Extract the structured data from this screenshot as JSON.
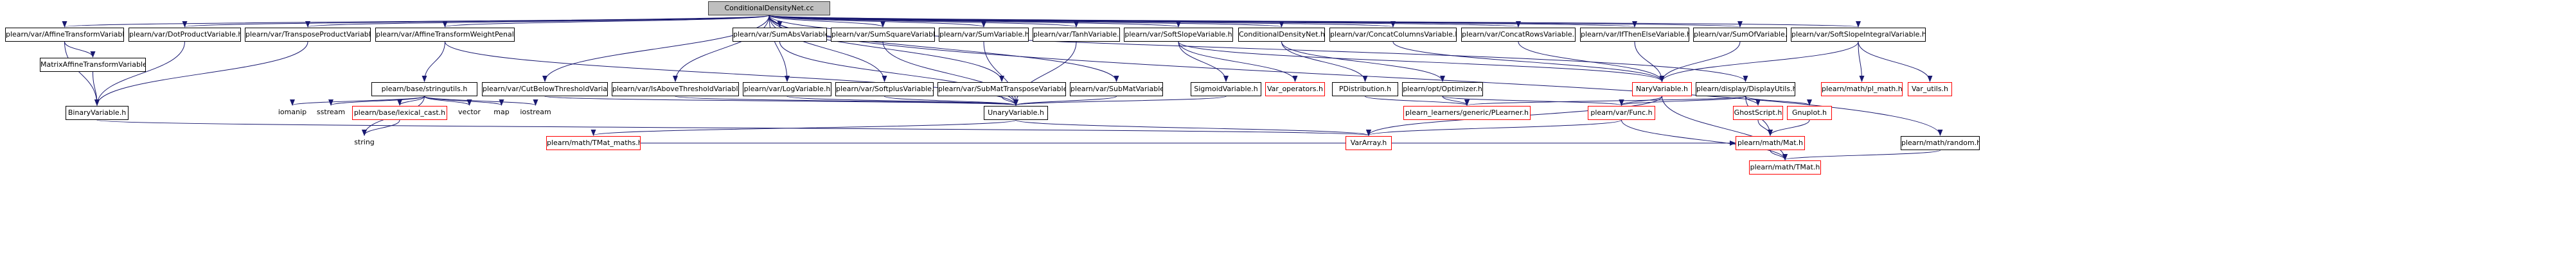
{
  "diagram": {
    "nodes": [
      {
        "id": "root",
        "label": "ConditionalDensityNet.cc",
        "style": "root"
      },
      {
        "id": "affine",
        "label": "plearn/var/AffineTransformVariable.h",
        "style": "normal"
      },
      {
        "id": "dotprod",
        "label": "plearn/var/DotProductVariable.h",
        "style": "normal"
      },
      {
        "id": "transprod",
        "label": "plearn/var/TransposeProductVariable.h",
        "style": "normal"
      },
      {
        "id": "affinewp",
        "label": "plearn/var/AffineTransformWeightPenalty.h",
        "style": "normal"
      },
      {
        "id": "sumabs",
        "label": "plearn/var/SumAbsVariable.h",
        "style": "normal"
      },
      {
        "id": "sumsq",
        "label": "plearn/var/SumSquareVariable.h",
        "style": "normal"
      },
      {
        "id": "sumvar",
        "label": "plearn/var/SumVariable.h",
        "style": "normal"
      },
      {
        "id": "tanh",
        "label": "plearn/var/TanhVariable.h",
        "style": "normal"
      },
      {
        "id": "softslope",
        "label": "plearn/var/SoftSlopeVariable.h",
        "style": "normal"
      },
      {
        "id": "cdnh",
        "label": "ConditionalDensityNet.h",
        "style": "normal"
      },
      {
        "id": "concatcols",
        "label": "plearn/var/ConcatColumnsVariable.h",
        "style": "normal"
      },
      {
        "id": "concatrows",
        "label": "plearn/var/ConcatRowsVariable.h",
        "style": "normal"
      },
      {
        "id": "ifthen",
        "label": "plearn/var/IfThenElseVariable.h",
        "style": "normal"
      },
      {
        "id": "sumof",
        "label": "plearn/var/SumOfVariable.h",
        "style": "normal"
      },
      {
        "id": "softint",
        "label": "plearn/var/SoftSlopeIntegralVariable.h",
        "style": "normal"
      },
      {
        "id": "matrixaffine",
        "label": "MatrixAffineTransformVariable.h",
        "style": "normal"
      },
      {
        "id": "strutils",
        "label": "plearn/base/stringutils.h",
        "style": "normal"
      },
      {
        "id": "cutbelow",
        "label": "plearn/var/CutBelowThresholdVariable.h",
        "style": "normal"
      },
      {
        "id": "isabove",
        "label": "plearn/var/IsAboveThresholdVariable.h",
        "style": "normal"
      },
      {
        "id": "logvar",
        "label": "plearn/var/LogVariable.h",
        "style": "normal"
      },
      {
        "id": "softplus",
        "label": "plearn/var/SoftplusVariable.h",
        "style": "normal"
      },
      {
        "id": "submattrans",
        "label": "plearn/var/SubMatTransposeVariable.h",
        "style": "normal"
      },
      {
        "id": "submat",
        "label": "plearn/var/SubMatVariable.h",
        "style": "normal"
      },
      {
        "id": "sigmoid",
        "label": "SigmoidVariable.h",
        "style": "normal"
      },
      {
        "id": "varops",
        "label": "Var_operators.h",
        "style": "red"
      },
      {
        "id": "pdist",
        "label": "PDistribution.h",
        "style": "normal"
      },
      {
        "id": "optimizer",
        "label": "plearn/opt/Optimizer.h",
        "style": "normal"
      },
      {
        "id": "nary",
        "label": "NaryVariable.h",
        "style": "red"
      },
      {
        "id": "dispu",
        "label": "plearn/display/DisplayUtils.h",
        "style": "normal"
      },
      {
        "id": "plmath",
        "label": "plearn/math/pl_math.h",
        "style": "red"
      },
      {
        "id": "varutils",
        "label": "Var_utils.h",
        "style": "red"
      },
      {
        "id": "binary",
        "label": "BinaryVariable.h",
        "style": "normal"
      },
      {
        "id": "iomanip",
        "label": "iomanip",
        "style": "plain"
      },
      {
        "id": "sstream",
        "label": "sstream",
        "style": "plain"
      },
      {
        "id": "lexcast",
        "label": "plearn/base/lexical_cast.h",
        "style": "red"
      },
      {
        "id": "vector",
        "label": "vector",
        "style": "plain"
      },
      {
        "id": "map",
        "label": "map",
        "style": "plain"
      },
      {
        "id": "iostream",
        "label": "iostream",
        "style": "plain"
      },
      {
        "id": "unary",
        "label": "UnaryVariable.h",
        "style": "normal"
      },
      {
        "id": "plearner",
        "label": "plearn_learners/generic/PLearner.h",
        "style": "red"
      },
      {
        "id": "func",
        "label": "plearn/var/Func.h",
        "style": "red"
      },
      {
        "id": "ghost",
        "label": "GhostScript.h",
        "style": "red"
      },
      {
        "id": "gnuplot",
        "label": "Gnuplot.h",
        "style": "red"
      },
      {
        "id": "string",
        "label": "string",
        "style": "plain"
      },
      {
        "id": "tmatmaths",
        "label": "plearn/math/TMat_maths.h",
        "style": "red"
      },
      {
        "id": "vararray",
        "label": "VarArray.h",
        "style": "red"
      },
      {
        "id": "mat",
        "label": "plearn/math/Mat.h",
        "style": "red"
      },
      {
        "id": "random",
        "label": "plearn/math/random.h",
        "style": "normal"
      },
      {
        "id": "tmat",
        "label": "plearn/math/TMat.h",
        "style": "red"
      }
    ],
    "edges": [
      [
        "root",
        "affine"
      ],
      [
        "root",
        "dotprod"
      ],
      [
        "root",
        "transprod"
      ],
      [
        "root",
        "affinewp"
      ],
      [
        "root",
        "sumabs"
      ],
      [
        "root",
        "sumsq"
      ],
      [
        "root",
        "sumvar"
      ],
      [
        "root",
        "tanh"
      ],
      [
        "root",
        "softslope"
      ],
      [
        "root",
        "cdnh"
      ],
      [
        "root",
        "concatcols"
      ],
      [
        "root",
        "concatrows"
      ],
      [
        "root",
        "ifthen"
      ],
      [
        "root",
        "sumof"
      ],
      [
        "root",
        "softint"
      ],
      [
        "root",
        "cutbelow"
      ],
      [
        "root",
        "isabove"
      ],
      [
        "root",
        "logvar"
      ],
      [
        "root",
        "softplus"
      ],
      [
        "root",
        "submattrans"
      ],
      [
        "root",
        "submat"
      ],
      [
        "root",
        "random"
      ],
      [
        "root",
        "dispu"
      ],
      [
        "affine",
        "matrixaffine"
      ],
      [
        "affine",
        "binary"
      ],
      [
        "matrixaffine",
        "binary"
      ],
      [
        "dotprod",
        "binary"
      ],
      [
        "transprod",
        "binary"
      ],
      [
        "affinewp",
        "unary"
      ],
      [
        "affinewp",
        "strutils"
      ],
      [
        "strutils",
        "iomanip"
      ],
      [
        "strutils",
        "sstream"
      ],
      [
        "strutils",
        "lexcast"
      ],
      [
        "strutils",
        "vector"
      ],
      [
        "strutils",
        "map"
      ],
      [
        "strutils",
        "iostream"
      ],
      [
        "strutils",
        "string"
      ],
      [
        "lexcast",
        "string"
      ],
      [
        "cutbelow",
        "unary"
      ],
      [
        "isabove",
        "unary"
      ],
      [
        "logvar",
        "unary"
      ],
      [
        "softplus",
        "unary"
      ],
      [
        "submattrans",
        "unary"
      ],
      [
        "submat",
        "unary"
      ],
      [
        "sumabs",
        "unary"
      ],
      [
        "sumsq",
        "unary"
      ],
      [
        "sumvar",
        "unary"
      ],
      [
        "tanh",
        "unary"
      ],
      [
        "softslope",
        "sigmoid"
      ],
      [
        "softslope",
        "varops"
      ],
      [
        "softslope",
        "nary"
      ],
      [
        "sigmoid",
        "unary"
      ],
      [
        "cdnh",
        "pdist"
      ],
      [
        "cdnh",
        "optimizer"
      ],
      [
        "pdist",
        "plearner"
      ],
      [
        "optimizer",
        "plearner"
      ],
      [
        "optimizer",
        "func"
      ],
      [
        "concatcols",
        "nary"
      ],
      [
        "concatrows",
        "nary"
      ],
      [
        "ifthen",
        "nary"
      ],
      [
        "sumof",
        "nary"
      ],
      [
        "softint",
        "nary"
      ],
      [
        "softint",
        "plmath"
      ],
      [
        "softint",
        "varutils"
      ],
      [
        "nary",
        "vararray"
      ],
      [
        "nary",
        "func"
      ],
      [
        "nary",
        "tmat"
      ],
      [
        "dispu",
        "plearner"
      ],
      [
        "dispu",
        "func"
      ],
      [
        "dispu",
        "ghost"
      ],
      [
        "dispu",
        "gnuplot"
      ],
      [
        "dispu",
        "mat"
      ],
      [
        "func",
        "vararray"
      ],
      [
        "func",
        "tmat"
      ],
      [
        "ghost",
        "mat"
      ],
      [
        "gnuplot",
        "mat"
      ],
      [
        "mat",
        "tmat"
      ],
      [
        "unary",
        "tmatmaths"
      ],
      [
        "unary",
        "vararray"
      ],
      [
        "binary",
        "vararray"
      ],
      [
        "tmatmaths",
        "mat"
      ],
      [
        "random",
        "tmat"
      ]
    ]
  }
}
